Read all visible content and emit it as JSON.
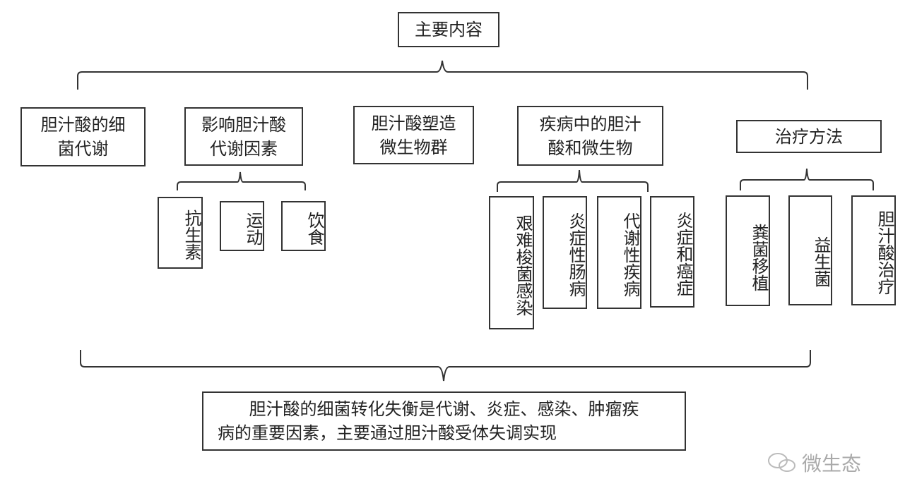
{
  "root": "主要内容",
  "categories": [
    {
      "label": "胆汁酸的细\n菌代谢"
    },
    {
      "label": "影响胆汁酸\n代谢因素",
      "children": [
        "抗生素",
        "运动",
        "饮食"
      ]
    },
    {
      "label": "胆汁酸塑造\n微生物群"
    },
    {
      "label": "疾病中的胆汁\n酸和微生物",
      "children": [
        "艰难梭菌感染",
        "炎症性肠病",
        "代谢性疾病",
        "炎症和癌症"
      ]
    },
    {
      "label": "治疗方法",
      "children": [
        "粪菌移植",
        "益生菌",
        "胆汁酸治疗"
      ]
    }
  ],
  "conclusion": {
    "line1": "胆汁酸的细菌转化失衡是代谢、炎症、感染、肿瘤疾",
    "line2": "病的重要因素，主要通过胆汁酸受体失调实现"
  },
  "watermark": "微生态"
}
